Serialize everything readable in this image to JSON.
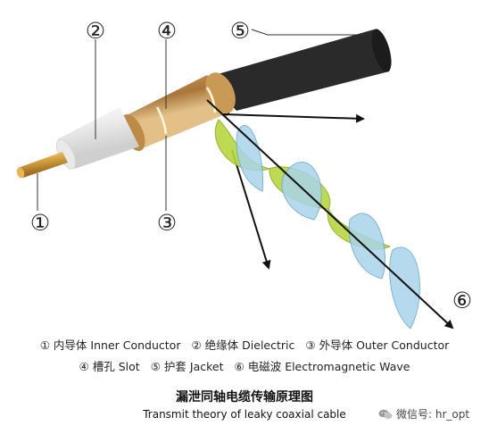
{
  "callouts": [
    {
      "id": "1",
      "symbol": "①"
    },
    {
      "id": "2",
      "symbol": "②"
    },
    {
      "id": "3",
      "symbol": "③"
    },
    {
      "id": "4",
      "symbol": "④"
    },
    {
      "id": "5",
      "symbol": "⑤"
    },
    {
      "id": "6",
      "symbol": "⑥"
    }
  ],
  "legend": {
    "row1": [
      {
        "num": "①",
        "cn": "内导体",
        "en": "Inner Conductor"
      },
      {
        "num": "②",
        "cn": "绝缘体",
        "en": "Dielectric"
      },
      {
        "num": "③",
        "cn": "外导体",
        "en": "Outer Conductor"
      }
    ],
    "row2": [
      {
        "num": "④",
        "cn": "槽孔",
        "en": "Slot"
      },
      {
        "num": "⑤",
        "cn": "护套",
        "en": "Jacket"
      },
      {
        "num": "⑥",
        "cn": "电磁波",
        "en": "Electromagnetic Wave"
      }
    ]
  },
  "caption": {
    "cn": "漏泄同轴电缆传输原理图",
    "en": "Transmit theory of leaky coaxial cable"
  },
  "watermark": {
    "text": "微信号: hr_opt"
  },
  "colors": {
    "jacket": "#0b0b0b",
    "outer_conductor": "#c99a55",
    "dielectric": "#f2f2f2",
    "inner_conductor": "#d9a545",
    "wave_blue": "#a9d3ea",
    "wave_green": "#b8d640"
  }
}
